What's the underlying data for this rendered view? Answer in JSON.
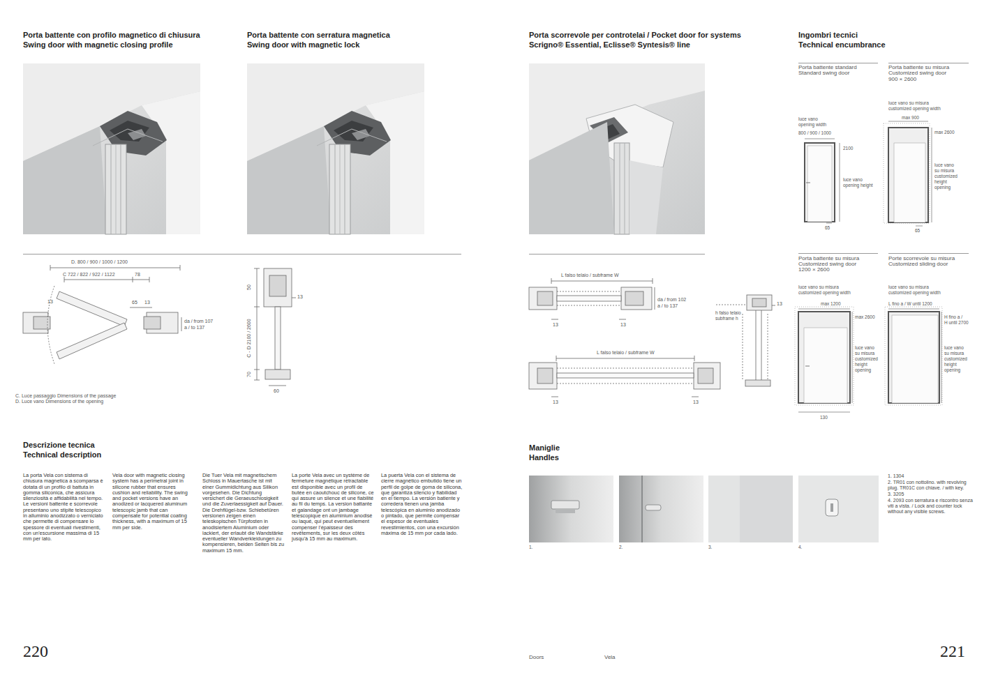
{
  "diagram": {
    "labels": [
      "Porta battente con profilo magnetico di chiusura",
      "Swing door with magnetic closing profile",
      "Porta battente con serratura magnetica",
      "Swing door with magnetic lock",
      "Porta scorrevole per controtelai / Pocket door for systems",
      "Scrigno® Essential, Eclisse® Syntesis® line",
      "Ingombri tecnici",
      "Technical encumbrance",
      "D. 800 / 900 / 1000 / 1200",
      "C 722 / 822 / 922 / 1122",
      "78",
      "13",
      "65",
      "13",
      "da / from 107",
      "a / to 137",
      "C. Luce passaggio Dimensions of the passage",
      "D. Luce vano Dimensions of the opening",
      "50",
      "13",
      "C - D 2100 / 2600",
      "70",
      "60",
      "L falso telaio / subframe W",
      "da / from 102",
      "a / to 137",
      "13",
      "13",
      "L falso telaio / subframe W",
      "13",
      "13",
      "h falso telaio",
      "subframe h",
      "13",
      "Porta battente standard",
      "Standard swing door",
      "luce vano",
      "opening width",
      "800 / 900 / 1000",
      "2100",
      "luce vano",
      "opening height",
      "65",
      "Porta battente su misura",
      "Customized swing door",
      "900 × 2600",
      "luce vano su misura",
      "customized opening width",
      "max 900",
      "max 2600",
      "luce vano",
      "su misura",
      "customized",
      "height",
      "opening",
      "65",
      "Porta battente su misura",
      "Customized swing door",
      "1200 × 2600",
      "luce vano su misura",
      "customized opening width",
      "max 1200",
      "max 2600",
      "luce vano",
      "su misura",
      "customized",
      "height",
      "opening",
      "130",
      "Porte scorrevole su misura",
      "Customized sliding door",
      "luce vano su misura",
      "customized opening width",
      "L fino a / W until 1200",
      "H fino a /",
      "H until 2700",
      "luce vano",
      "su misura",
      "customized",
      "height",
      "opening",
      "Descrizione tecnica",
      "Technical description",
      "La porta Vela con sistema di chiusura magnetica a scomparsa è dotata di un profilo di battuta in gomma siliconica, che assicura silenziosità e affidabilità nel tempo. Le versioni battente e scorrevole presentano uno stipite telescopico in alluminio anodizzato o verniciato che permette di compensare lo spessore di eventuali rivestimenti, con un'escursione massima di 15 mm per lato.",
      "Vela door with magnetic closing system has a perimetral joint in silicone rubber that ensures cushion and reliability. The swing and pocket versions have an anodized or lacquered aluminum telescopic jamb that can compensate for potential coating thickness, with a maximum of 15 mm per side.",
      "Die Tuer Vela mit magnetischem Schloss in Mauertasche ist mit einer Gummidichtung aus Silikon vorgesehen. Die Dichtung versichert die Geraeuschlosigkeit und die Zuverlaessigkeit auf Dauer. Die Drehflügel-bzw. Schiebetüren versionen zeigen einen teleskopischen Türpfosten in anodisiertem Aluminium oder lackiert, der erlaubt die Wandstärke eventueller Wandverkleidungen zu kompensieren, beiden Seiten bis zu maximum 15 mm.",
      "La porte Vela avec un système de fermeture magnétique rétractable est disponible avec un profil de butée en caoutchouc de silicone, ce qui assure un silence et une fiabilité au fil du temps. La version battante et galandage ont un jambage telescopique en aluminium anodisé ou laqué, qui peut eventuellement compenser l'épaisseur des revêtements, sur les deux côtés jusqu'à 15 mm au maximum.",
      "La puerta Vela con el sistema de cierre magnético embutido tiene un perfil de golpe de goma de silicona, que garantiza silencio y fiabilidad en el tiempo. La versión batiente y corredera tienen una jamba telescópica en aluminio anodizado o pintado, que permite compensar el espesor de eventuales revestimientos, con una excursión máxima de 15 mm por cada lado.",
      "Maniglie",
      "Handles",
      "1.",
      "2.",
      "3.",
      "4.",
      "1. 1304",
      "2. TR01 con nottolino. with revolving plug. TR01C con chiave. / with key.",
      "3. 3205",
      "4. 2093 con serratura e riscontro senza viti a vista. / Lock and counter lock without any visible screws.",
      "220",
      "Doors",
      "Vela",
      "221"
    ]
  }
}
